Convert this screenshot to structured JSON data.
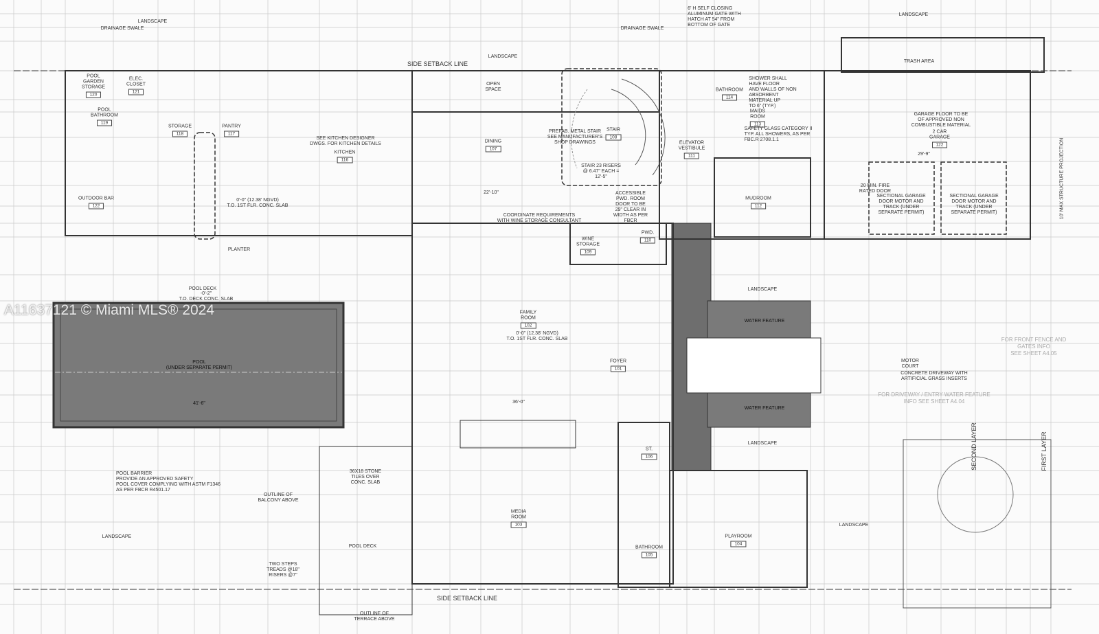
{
  "watermark": "A11637121 © Miami MLS® 2024",
  "setback": {
    "top": "SIDE SETBACK LINE",
    "bottom": "SIDE SETBACK LINE"
  },
  "rooms": [
    {
      "name": "POOL\nGARDEN\nSTORAGE",
      "num": "120"
    },
    {
      "name": "ELEC.\nCLOSET",
      "num": "121"
    },
    {
      "name": "POOL\nBATHROOM",
      "num": "119"
    },
    {
      "name": "STORAGE",
      "num": "118"
    },
    {
      "name": "PANTRY",
      "num": "117"
    },
    {
      "name": "KITCHEN",
      "num": "116"
    },
    {
      "name": "OUTDOOR BAR",
      "num": "122"
    },
    {
      "name": "DINING",
      "num": "107"
    },
    {
      "name": "STAIR",
      "num": "108"
    },
    {
      "name": "ELEVATOR\nVESTIBULE",
      "num": "111"
    },
    {
      "name": "BATHROOM",
      "num": "114"
    },
    {
      "name": "MAIDS\nROOM",
      "num": "113"
    },
    {
      "name": "MUDROOM",
      "num": "112"
    },
    {
      "name": "2 CAR\nGARAGE",
      "num": "122"
    },
    {
      "name": "WINE\nSTORAGE",
      "num": "109"
    },
    {
      "name": "PWD.",
      "num": "110"
    },
    {
      "name": "FAMILY\nROOM",
      "num": "102"
    },
    {
      "name": "FOYER",
      "num": "101"
    },
    {
      "name": "MEDIA\nROOM",
      "num": "103"
    },
    {
      "name": "PLAYROOM",
      "num": "104"
    },
    {
      "name": "BATHROOM",
      "num": "105"
    },
    {
      "name": "ST.",
      "num": "106"
    }
  ],
  "labels": {
    "open_space": "OPEN\nSPACE",
    "trash_area": "TRASH AREA",
    "pool": "POOL\n(UNDER SEPARATE PERMIT)",
    "pool_deck_1": "POOL DECK",
    "pool_deck_2": "POOL DECK",
    "planter": "PLANTER",
    "water_feature_1": "WATER FEATURE",
    "water_feature_2": "WATER FEATURE",
    "motor_court": "MOTOR\nCOURT",
    "landscape_1": "LANDSCAPE",
    "landscape_2": "LANDSCAPE",
    "landscape_3": "LANDSCAPE",
    "landscape_4": "LANDSCAPE",
    "landscape_5": "LANDSCAPE",
    "landscape_6": "LANDSCAPE",
    "landscape_7": "LANDSCAPE",
    "kitchen_note": "SEE KITCHEN DESIGNER\nDWGS. FOR KITCHEN DETAILS",
    "garage_floor_note": "GARAGE FLOOR TO BE\nOF APPROVED NON\nCOMBUSTIBLE MATERIAL",
    "stair_note": "PREFAB. METAL STAIR\nSEE MANUFACTURER'S\nSHOP DRAWINGS",
    "stair_risers": "STAIR 23 RISERS\n@ 6.47\" EACH =\n12'-5\"",
    "shower_note": "SHOWER SHALL\nHAVE FLOOR\nAND WALLS OF NON\nABSORBENT\nMATERIAL UP\nTO 6\" (TYP.)",
    "safety_glass": "SAFETY GLASS CATEGORY II\nTYP. ALL SHOWERS, AS PER\nFBC.R 2708.1.1",
    "wine_note": "COORDINATE REQUIREMENTS\nWITH WINE STORAGE CONSULTANT",
    "pwd_note": "ACCESSIBLE\nPWD. ROOM\nDOOR TO BE\n29\" CLEAR IN\nWIDTH AS PER\nFBCR",
    "sectional_1": "SECTIONAL GARAGE\nDOOR MOTOR AND\nTRACK (UNDER\nSEPARATE PERMIT)",
    "sectional_2": "SECTIONAL GARAGE\nDOOR MOTOR AND\nTRACK (UNDER\nSEPARATE PERMIT)",
    "fire_door": "20 MIN. FIRE\nRATED DOOR",
    "slab_1": "0'-0\" (12.38' NGVD)\nT.O. 1ST FLR. CONC. SLAB",
    "slab_2": "0'-0\" (12.38' NGVD)\nT.O. 1ST FLR. CONC. SLAB",
    "deck_slab": "-0'-2\"\nT.O. DECK CONC. SLAB",
    "pool_barrier": "POOL BARRIER\nPROVIDE AN APPROVED SAFETY\nPOOL COVER COMPLYING WITH ASTM F1346\nAS PER FBCR R4501.17",
    "stone_tiles": "36X18 STONE\nTILES OVER\nCONC. SLAB",
    "two_steps": "TWO STEPS\nTREADS @18\"\nRISERS @7\"",
    "balcony": "OUTLINE OF\nBALCONY ABOVE",
    "terrace": "OUTLINE OF\nTERRACE ABOVE",
    "gate_note": "6' H SELF CLOSING\nALUMINUM GATE WITH\nHATCH AT 54\" FROM\nBOTTOM OF GATE",
    "driveway": "CONCRETE DRIVEWAY WITH\nARTIFICIAL GRASS INSERTS",
    "front_fence": "FOR FRONT FENCE AND\nGATES INFO\nSEE SHEET A4.05",
    "driveway_info": "FOR DRIVEWAY / ENTRY WATER FEATURE\nINFO SEE SHEET A4.04",
    "second_layer": "SECOND LAYER",
    "first_layer": "FIRST LAYER",
    "projection": "10' MAX STRUCTURE PROJECTION",
    "drainage_swale_1": "DRAINAGE SWALE",
    "drainage_swale_2": "DRAINAGE SWALE",
    "dim_family": "36'-0\"",
    "dim_pool": "41'-6\"",
    "dim_dining": "22'-10\"",
    "dim_garage": "29'-9\""
  },
  "colors": {
    "line": "#333333",
    "shade": "#7a7a7a",
    "dark": "#6e6e6e",
    "grid": "#c8c8c8"
  }
}
